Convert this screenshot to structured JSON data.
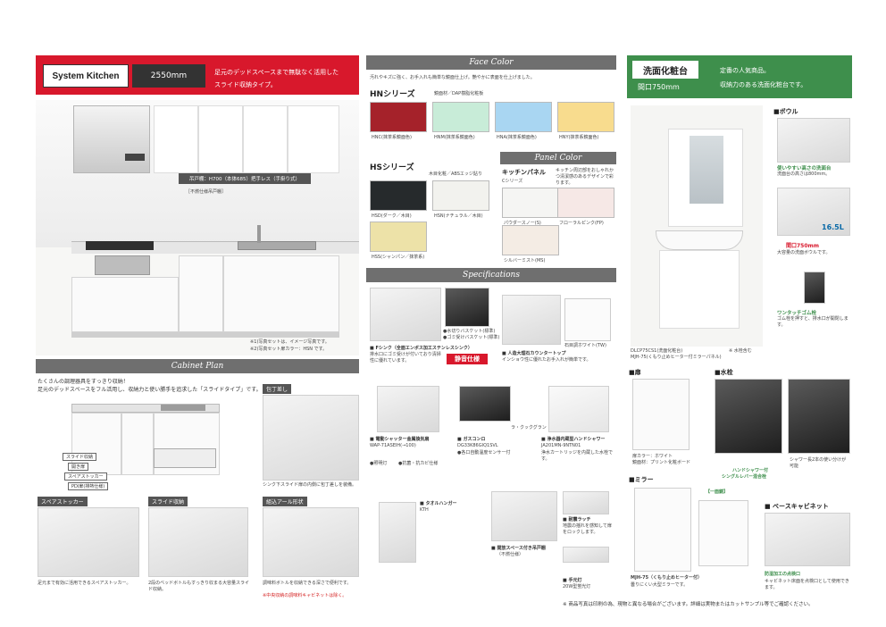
{
  "kitchen": {
    "title": "System Kitchen",
    "size": "2550mm",
    "desc_line1": "足元のデッドスペースまで無駄なく活用した",
    "desc_line2": "スライド収納タイプ。",
    "cabinet_spec": "吊戸棚：H700（本体685）把手レス（手掛り式）",
    "hood_note": "［不燃仕様吊戸棚］",
    "photo_note1": "※1)写真セットは、イメージ写真です。",
    "photo_note2": "※2)写真セット扉カラー：HSN です。"
  },
  "face_color": {
    "header": "Face Color",
    "desc": "汚れやキズに強く、お手入れも簡単な鏡面仕上げ。艶やかに表面を仕上げました。",
    "hn": {
      "title": "HNシリーズ",
      "sub": "鏡面材／DAP樹脂化粧板",
      "swatches": [
        {
          "label": "HNC(抹茶系鏡面色)",
          "color": "#a5222a"
        },
        {
          "label": "HNM(抹茶系鏡面色)",
          "color": "#c8ecd8"
        },
        {
          "label": "HNA(抹茶系鏡面色)",
          "color": "#a9d6f2"
        },
        {
          "label": "HNY(抹茶系鏡面色)",
          "color": "#f8dc8e"
        }
      ]
    },
    "hs": {
      "title": "HSシリーズ",
      "sub": "木目化粧／ABSエッジ貼り",
      "swatches": [
        {
          "label": "HSD(ダーク／木目)",
          "color": "#262a2c"
        },
        {
          "label": "HSN(ナチュラル／木目)",
          "color": "#f2f2ee"
        },
        {
          "label": "HSS(シャンパン／抹茶系)",
          "color": "#ede2a8"
        }
      ]
    }
  },
  "panel_color": {
    "header": "Panel Color",
    "title": "キッチンパネル",
    "series": "Cシリーズ",
    "desc": "キッチン周辺部をおしゃれかつ清潔感のあるデザインで彩ります。",
    "swatches": [
      {
        "label": "パウダースノー(S)",
        "color": "#f5f5f3"
      },
      {
        "label": "フローラルピンク(FP)",
        "color": "#f6e8e6"
      },
      {
        "label": "シルバーミスト(MS)",
        "color": "#f4ece4"
      }
    ]
  },
  "specs": {
    "header": "Specifications",
    "sink_title": "■ Fシンク（全面エンボス加工ステンレスシンク）",
    "sink_desc": "排水口にゴミ受けが付いており清掃性に優れています。",
    "sink_badge": "静音仕様",
    "sink_opt1": "●水切りバスケット(標準)",
    "sink_opt2": "●ゴミ受けバスケット(標準)",
    "countertop_title": "■ 人造大理石カウンタートップ",
    "countertop_desc": "インショウ性に優れたお手入れが簡単です。",
    "countertop_label": "石目調ホワイト(TW)",
    "hood_title": "■ 電動シャッター金属換気扇",
    "hood_model": "WAP-71ASEIH(→100)",
    "hood_note1": "●照明灯",
    "hood_note2": "●抗菌・抗カビ仕様",
    "stove_title": "■ ガスコンロ",
    "stove_model": "DG33K86GIQ1SVL",
    "stove_note": "●各口自動温度センサー付",
    "stove_sub": "ラ・クックグラン",
    "faucet_title": "■ 浄水器内蔵型ハンドシャワー",
    "faucet_model": "JA201MN-9NTN01",
    "faucet_desc": "浄水カートリッジを内蔵した水栓です。"
  },
  "cabinet_plan": {
    "header": "Cabinet Plan",
    "desc_line1": "たくさんの調理器具をすっきり収納！",
    "desc_line2": "足元のデッドスペースをフル活用し、収納力と使い勝手を追求した「スライドタイプ」です。",
    "labels": [
      "スライド収納",
      "開き扉",
      "スペアストッカー",
      "PDI扉(排熱仕様)"
    ],
    "cabinet_title": "包丁差し",
    "cabinet_desc": "シンク下スライド扉の内側に包丁差しを装備。",
    "spare_title": "スペアストッカー",
    "spare_desc": "足元まで有効に活用できるスペアストッカー。",
    "slide_title": "スライド収納",
    "slide_desc": "2段のベッドボトルもすっきり収まる大容量スライド収納。",
    "drawer_title": "組込アール形状",
    "drawer_desc": "調味料ボトルを収納できる深さで便利です。",
    "drawer_note": "※中央収納の調味料キャビネットは除く。",
    "towel_title": "■ タオルハンガー",
    "towel_model": "KTH",
    "upper_title": "■ 開放スペース付き吊戸棚",
    "upper_sub": "（不燃仕様）",
    "latch_title": "■ 耐震ラッチ",
    "latch_desc": "地震の揺れを感知して扉をロックします。",
    "light_title": "■ 手元灯",
    "light_desc": "20W型蛍光灯"
  },
  "vanity": {
    "title": "洗面化粧台",
    "size": "間口750mm",
    "desc_line1": "定番の人気商品。",
    "desc_line2": "収納力のある洗面化粧台です。",
    "bowl_label": "■ボウル",
    "bowl_feature": "使いやすい高さの洗面台",
    "bowl_desc": "洗面台の高さは800mm。",
    "volume": "16.5L",
    "width_label": "間口750mm",
    "volume_desc": "大容量の洗面ボウルです。",
    "stopper_title": "ワンタッチゴム栓",
    "stopper_desc": "ゴム栓を押すと、排水口が開閉します。",
    "model_line1": "DLCP75CS1(洗面化粧台)",
    "model_line2": "MJH-75(くもり止めヒーター付ミラーパネル)",
    "model_note": "※ 水栓含む",
    "door_label": "■扉",
    "door_desc1": "扉カラー：ホワイト",
    "door_desc2": "鏡面材：プリント化粧ボード",
    "faucet_label": "■水栓",
    "faucet_text": "ハンドシャワー付",
    "faucet_text2": "シングルレバー混合栓",
    "faucet_caption": "シャワー長2本の使い分けが可能",
    "mirror_label": "■ミラー",
    "mirror_sub": "【一面鏡】",
    "mirror_model": "MJH-75（くもり止めヒーター付）",
    "mirror_desc": "曇りにくい大型ミラーです。",
    "base_label": "■ ベースキャビネット",
    "base_feature": "防湿加工の点検口",
    "base_desc": "キャビネット床面を点検口として使用できます。"
  },
  "footer": {
    "note": "※ 商品写真は印刷の為、現物と異なる場合がございます。詳細は実物またはカットサンプル等でご確認ください。"
  }
}
